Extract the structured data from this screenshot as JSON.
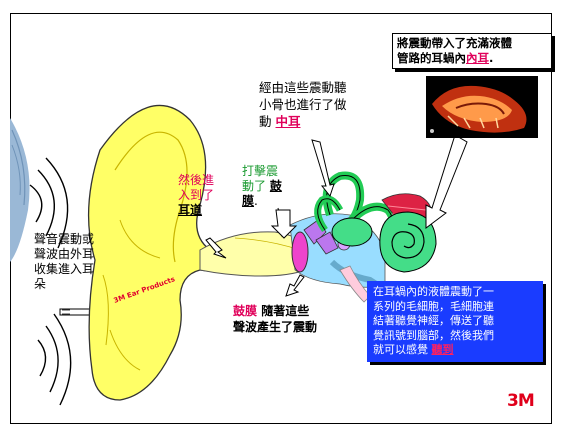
{
  "labels": {
    "outer_ear_1": "聲音震動或",
    "outer_ear_2": "聲波由外耳",
    "outer_ear_3": "收集進入耳",
    "outer_ear_4": "朵",
    "canal_1": "然後進",
    "canal_2": "入到了",
    "canal_3": "耳道",
    "eardrum_hit_1": "打擊震",
    "eardrum_hit_2": "動了",
    "eardrum_hit_drum": "鼓",
    "eardrum_hit_3": "膜",
    "eardrum_hit_period": ".",
    "middle_1": "經由這些震動聽",
    "middle_2": "小骨也進行了做",
    "middle_3": "動",
    "middle_highlight": "中耳",
    "vibrate_highlight": "鼓膜",
    "vibrate_1": "隨著這些",
    "vibrate_2": "聲波產生了震動",
    "inner_1": "將震動帶入了充滿液體",
    "inner_2": "管路的耳蝸內",
    "inner_highlight": "內耳",
    "inner_period": ".",
    "cochlea_1": "在耳蝸內的液體震動了一",
    "cochlea_2": "系列的毛細胞，毛細胞連",
    "cochlea_3": "結著聽覺神經，傳送了聽",
    "cochlea_4": "覺訊號到腦部，然後我們",
    "cochlea_5": "就可以感覺",
    "cochlea_highlight": "聽到",
    "ear_watermark": "3M Ear Products"
  },
  "logo": {
    "text": "3M",
    "color": "#e0001b"
  },
  "colors": {
    "outer_ear": "#ffff66",
    "ear_canal": "#ffffaa",
    "eardrum": "#ee44cc",
    "ossicles": "#22dd66",
    "cochlea": "#44dd88",
    "nerve": "#dd2244",
    "middle_space": "#99ddff",
    "info_box": "#1a3cff",
    "highlight": "#e0005a"
  }
}
